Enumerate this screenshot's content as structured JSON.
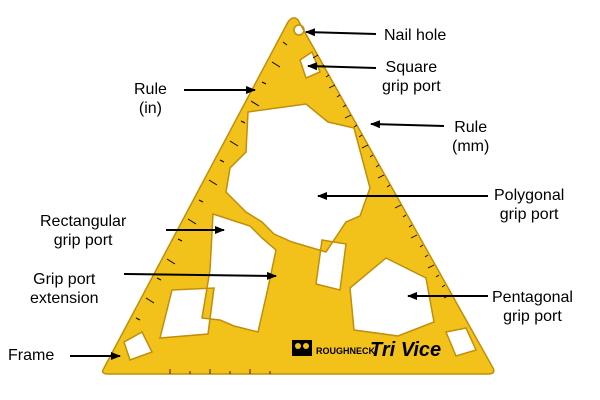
{
  "colors": {
    "body": "#f3c21a",
    "edge": "#c08e0a",
    "ink": "#000000",
    "background": "#ffffff"
  },
  "labels": {
    "nail_hole": "Nail hole",
    "square": [
      "Square",
      "grip port"
    ],
    "rule_in": [
      "Rule",
      "(in)"
    ],
    "rule_mm": [
      "Rule",
      "(mm)"
    ],
    "polygonal": [
      "Polygonal",
      "grip port"
    ],
    "rectangular": [
      "Rectangular",
      "grip port"
    ],
    "extension": [
      "Grip port",
      "extension"
    ],
    "pentagonal": [
      "Pentagonal",
      "grip port"
    ],
    "frame": "Frame"
  },
  "tool": {
    "brand": "ROUGHNECK",
    "product": "Tri Vice"
  }
}
